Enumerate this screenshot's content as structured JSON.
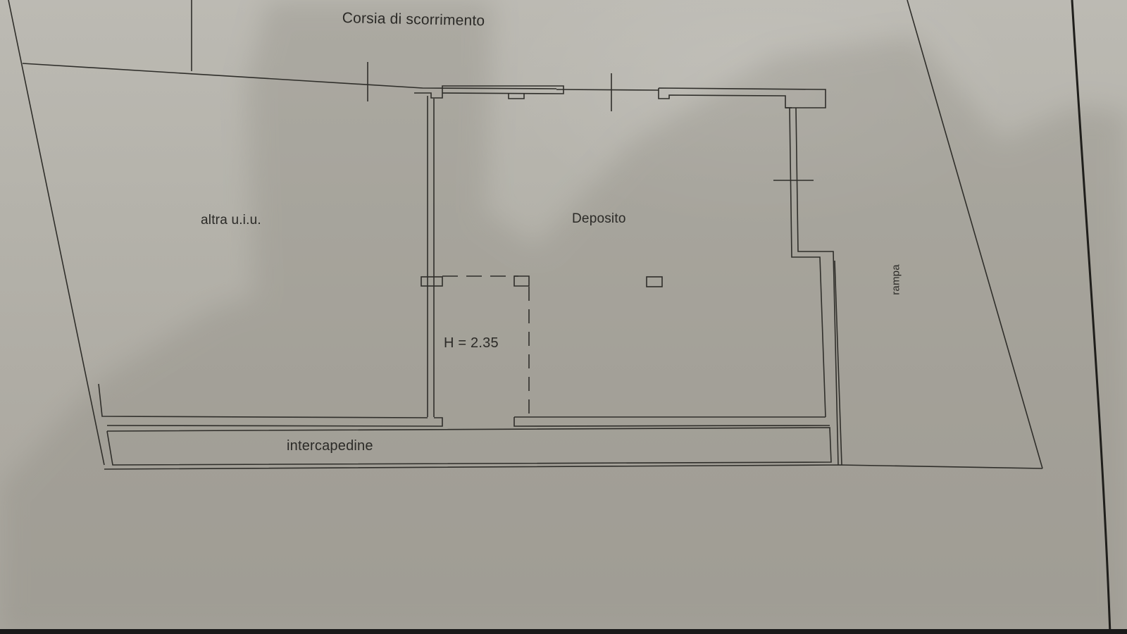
{
  "document": {
    "type": "floor-plan",
    "medium": "photographed paper sheet"
  },
  "labels": {
    "corridor": "Corsia di scorrimento",
    "other_unit": "altra u.i.u.",
    "main_room": "Deposito",
    "ceiling_height": "H = 2.35",
    "cavity": "intercapedine",
    "ramp": "rampa"
  },
  "colors": {
    "paper": "#b6b3ab",
    "ink": "#2b2a27",
    "shadow": "#9c998f",
    "frame_line": "#1f1e1b"
  }
}
